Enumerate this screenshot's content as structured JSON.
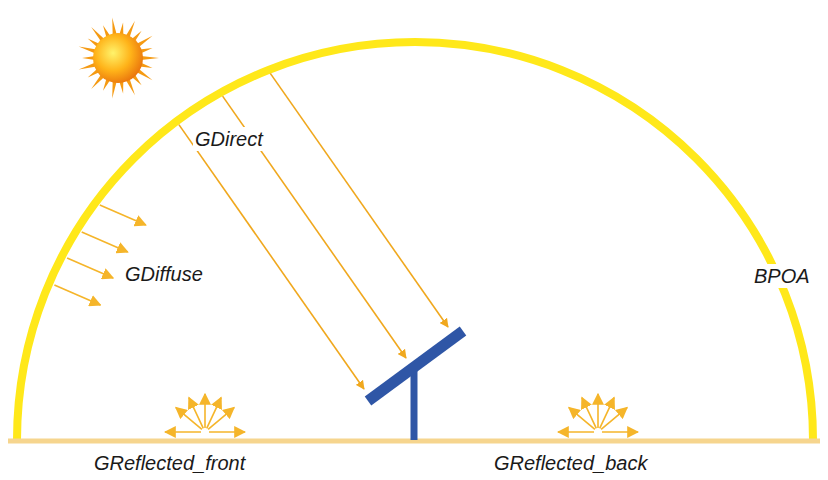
{
  "diagram": {
    "labels": [
      "GDirect",
      "GDiffuse",
      "BPOA",
      "GReflected_front",
      "GReflected_back"
    ]
  }
}
